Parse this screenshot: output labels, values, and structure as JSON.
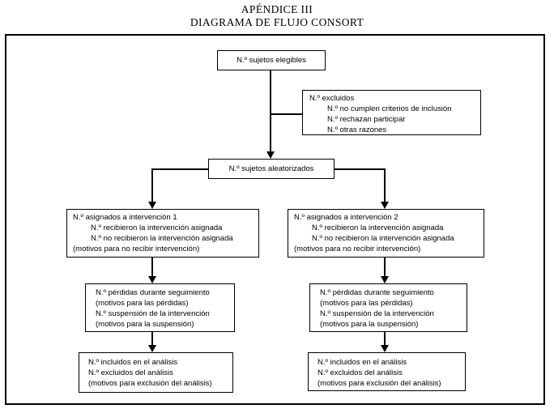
{
  "colors": {
    "background": "#ffffff",
    "foreground": "#000000"
  },
  "title": {
    "line1": "APÉNDICE III",
    "line2": "DIAGRAMA DE FLUJO CONSORT"
  },
  "boxes": {
    "eligible": {
      "lines": [
        "N.º sujetos elegibles"
      ]
    },
    "excluded": {
      "lines": [
        "N.º excluidos",
        "N.º no cumplen criterios de inclusión",
        "N.º rechazan participar",
        "N.º otras razones"
      ]
    },
    "randomized": {
      "lines": [
        "N.º sujetos aleatorizados"
      ]
    },
    "intervention1": {
      "lines": [
        "N.º asignados a intervención 1",
        "N.º recibieron la intervención asignada",
        "N.º no recibieron la intervención asignada",
        "(motivos para no recibir intervención)"
      ]
    },
    "intervention2": {
      "lines": [
        "N.º asignados a intervención 2",
        "N.º recibieron la intervención asignada",
        "N.º no recibieron la intervención asignada",
        "(motivos para no recibir intervención)"
      ]
    },
    "followup1": {
      "lines": [
        "N.º pérdidas durante seguimiento",
        "(motivos para las pérdidas)",
        "N.º suspensión de la intervención",
        "(motivos para la suspensión)"
      ]
    },
    "followup2": {
      "lines": [
        "N.º pérdidas durante seguimiento",
        "(motivos para las pérdidas)",
        "N.º suspensión de la intervención",
        "(motivos para la suspensión)"
      ]
    },
    "analysis1": {
      "lines": [
        "N.º incluidos en el análisis",
        "N.º excluidos del análisis",
        "(motivos para exclusión del análisis)"
      ]
    },
    "analysis2": {
      "lines": [
        "N.º incluidos en el análisis",
        "N.º excluidos del análisis",
        "(motivos para exclusión del análisis)"
      ]
    }
  }
}
